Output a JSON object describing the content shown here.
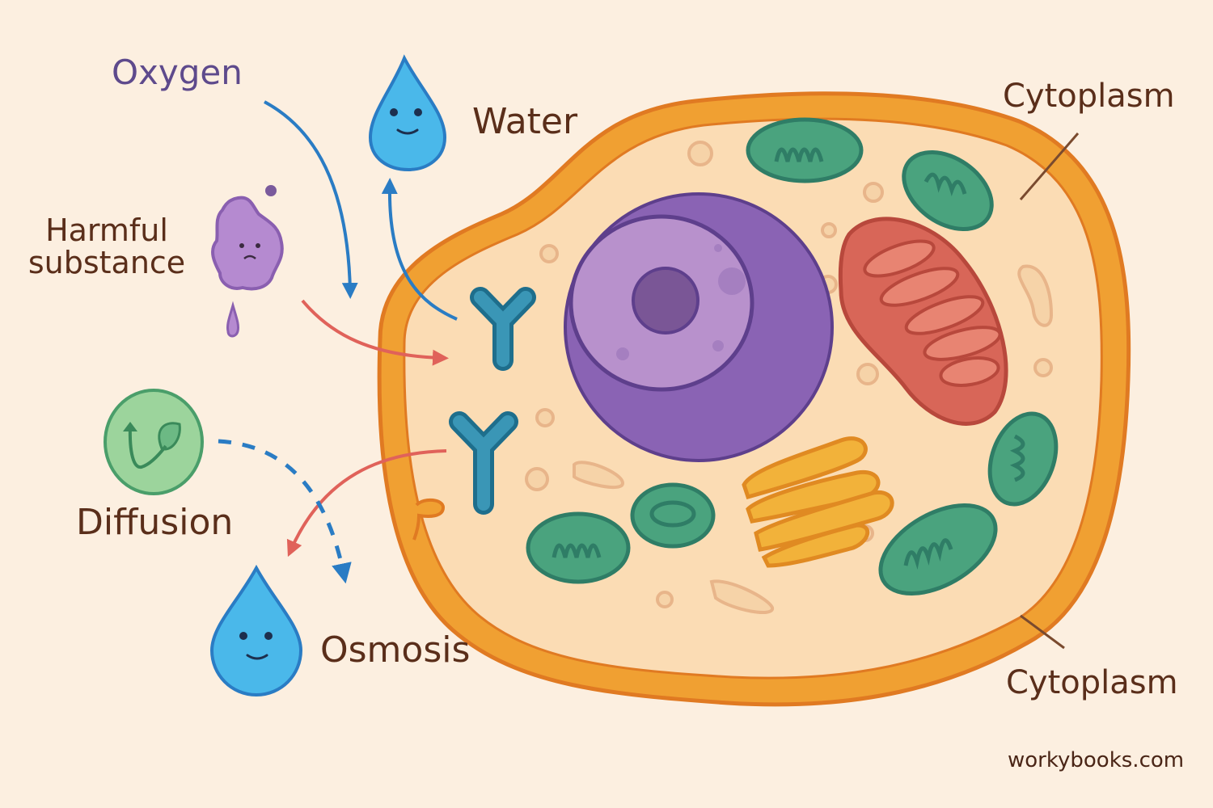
{
  "diagram": {
    "title": "Cell membrane transport",
    "labels": {
      "oxygen": "Oxygen",
      "water": "Water",
      "harmful_line1": "Harmful",
      "harmful_line2": "substance",
      "diffusion": "Diffusion",
      "osmosis": "Osmosis",
      "cytoplasm_top": "Cytoplasm",
      "cytoplasm_bottom": "Cytoplasm"
    },
    "watermark": "workybooks.com",
    "icons": [
      "water-drop-icon",
      "harmful-substance-icon",
      "diffusion-leaf-icon",
      "oxygen-arrow-icon",
      "receptor-protein-icon"
    ],
    "colors": {
      "background": "#fcefe0",
      "membrane": "#f0a032",
      "membrane_outline": "#e07a22",
      "cytoplasm": "#fbdcb4",
      "nucleus": "#8a63b4",
      "nucleus_inner": "#b891cc",
      "nucleolus": "#7a5696",
      "mitochondrion_green": "#4aa37e",
      "mitochondrion_red": "#d86658",
      "golgi": "#f2b23a",
      "receptor": "#3a8fb0",
      "water": "#4ab8ea",
      "arrow_blue": "#2a7cc4",
      "arrow_red": "#e0625a",
      "label_text": "#5a2e1a",
      "oxygen_text": "#5e4a8c"
    }
  }
}
